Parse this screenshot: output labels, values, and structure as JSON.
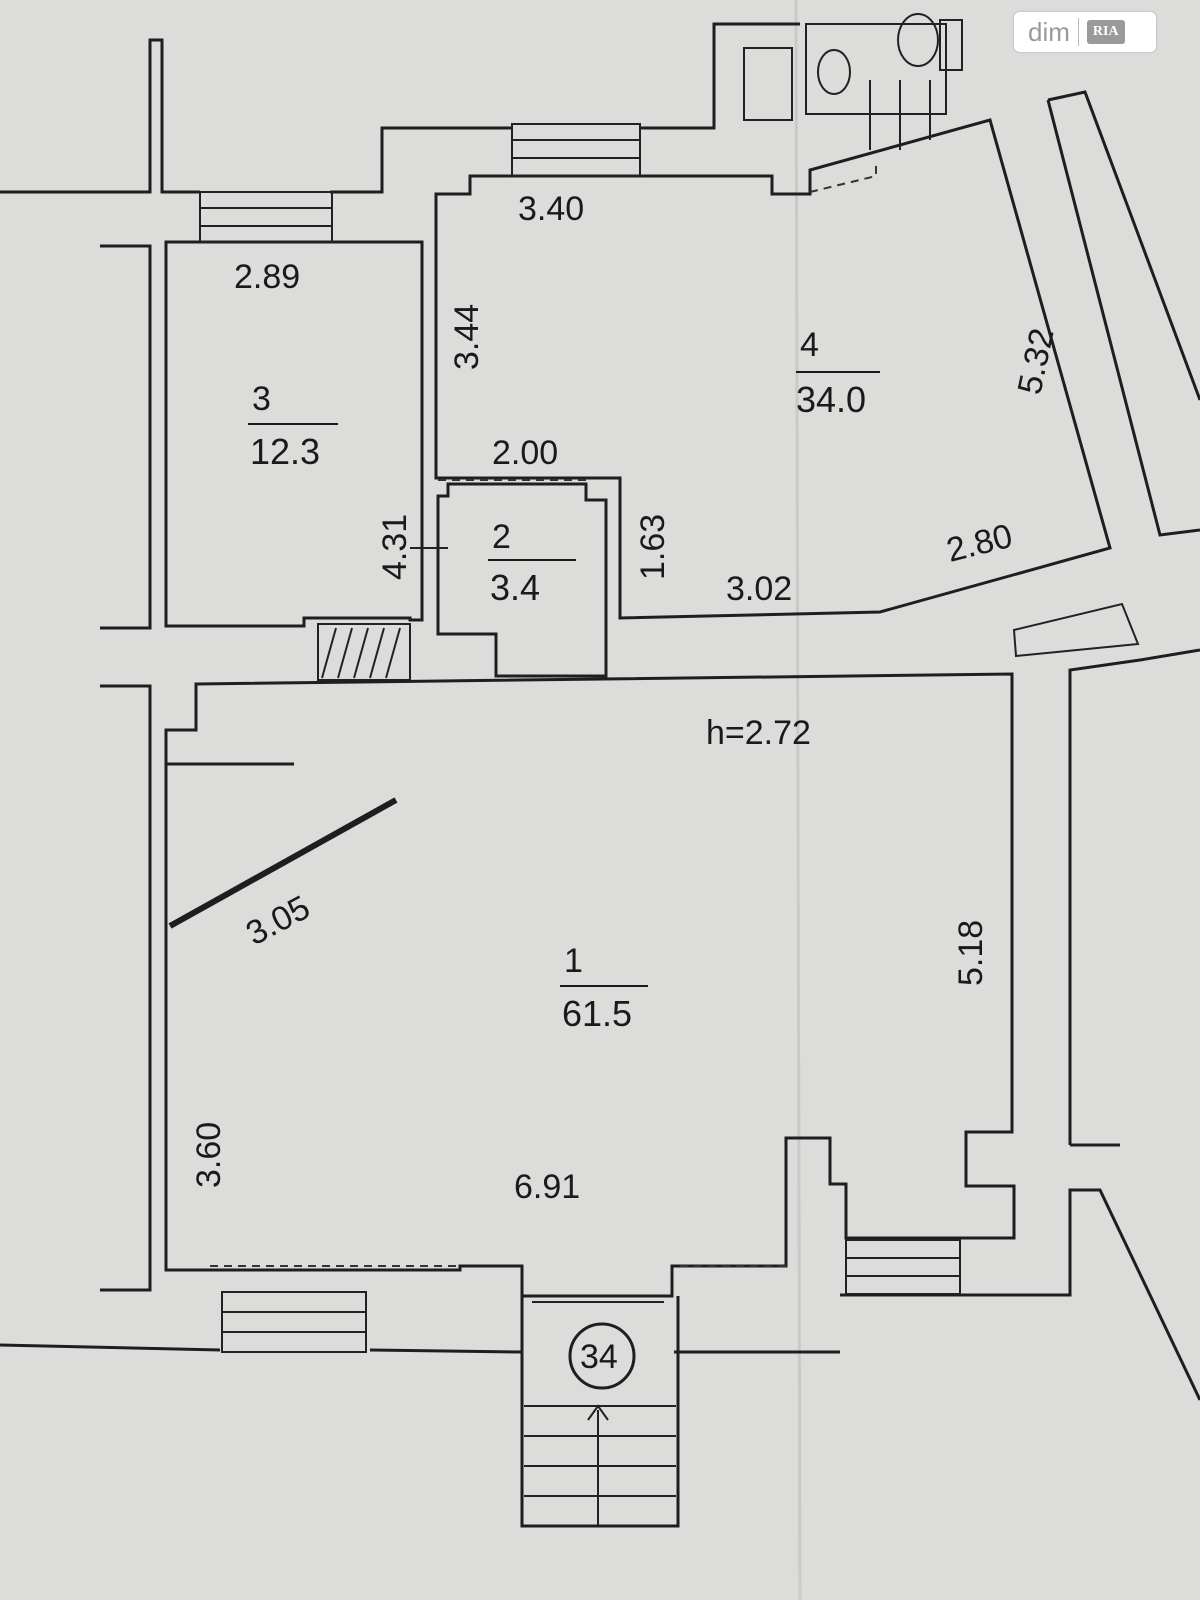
{
  "watermark": {
    "brand_left": "dim",
    "brand_right": "RIA"
  },
  "rooms": [
    {
      "number": "1",
      "area": "61.5"
    },
    {
      "number": "2",
      "area": "3.4"
    },
    {
      "number": "3",
      "area": "12.3"
    },
    {
      "number": "4",
      "area": "34.0"
    }
  ],
  "dimensions": {
    "room3_top": "2.89",
    "room3_side": "4.31",
    "room4_top": "3.40",
    "room4_left": "3.44",
    "room4_right": "5.32",
    "room4_bottom": "3.02",
    "room4_diag": "2.80",
    "room2_top": "2.00",
    "room2_side": "1.63",
    "room1_diag": "3.05",
    "room1_left": "3.60",
    "room1_right": "5.18",
    "room1_bottom": "6.91"
  },
  "ceiling_height": "h=2.72",
  "entrance_number": "34"
}
